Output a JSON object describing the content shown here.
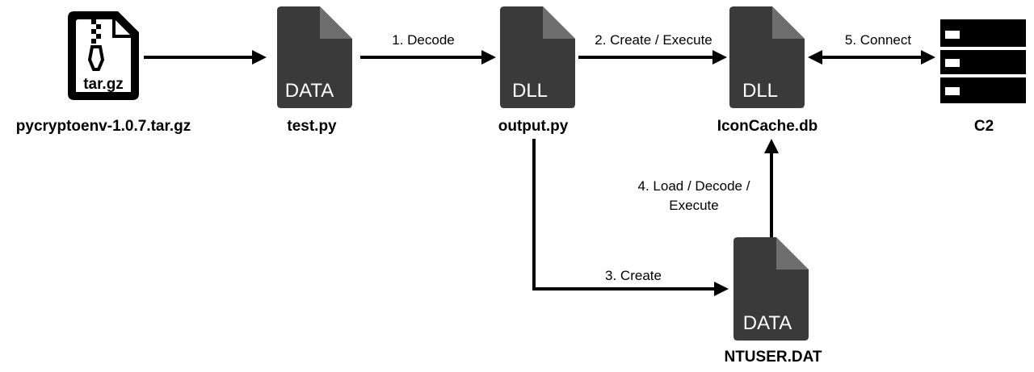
{
  "nodes": {
    "archive": {
      "label": "pycryptoenv-1.0.7.tar.gz",
      "icon": "archive-file-icon",
      "icon_text": "tar.gz"
    },
    "test_py": {
      "label": "test.py",
      "icon": "file-icon",
      "icon_text": "DATA"
    },
    "output_py": {
      "label": "output.py",
      "icon": "file-icon",
      "icon_text": "DLL"
    },
    "iconcache": {
      "label": "IconCache.db",
      "icon": "file-icon",
      "icon_text": "DLL"
    },
    "c2": {
      "label": "C2",
      "icon": "server-rack-icon"
    },
    "ntuser": {
      "label": "NTUSER.DAT",
      "icon": "file-icon",
      "icon_text": "DATA"
    }
  },
  "edges": {
    "decode": "1. Decode",
    "create_execute": "2. Create / Execute",
    "create": "3. Create",
    "load_decode_line1": "4. Load / Decode /",
    "load_decode_line2": "Execute",
    "connect": "5. Connect"
  },
  "colors": {
    "file_fill": "#3a3a3a",
    "file_fold": "#6e6e6e",
    "line": "#000000"
  }
}
